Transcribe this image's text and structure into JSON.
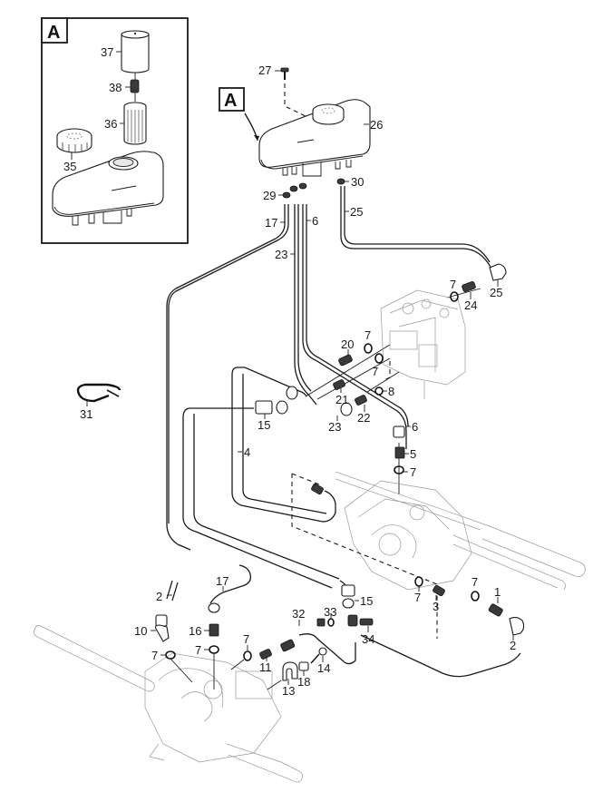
{
  "figure": {
    "title": "Hydraulic reservoir and hose routing — exploded parts view",
    "detail_label": "A",
    "detail_reference_label": "A",
    "callouts": [
      {
        "id": "c37",
        "text": "37"
      },
      {
        "id": "c38",
        "text": "38"
      },
      {
        "id": "c36",
        "text": "36"
      },
      {
        "id": "c35",
        "text": "35"
      },
      {
        "id": "c27",
        "text": "27"
      },
      {
        "id": "c26",
        "text": "26"
      },
      {
        "id": "c29",
        "text": "29"
      },
      {
        "id": "c30",
        "text": "30"
      },
      {
        "id": "c17a",
        "text": "17"
      },
      {
        "id": "c6a",
        "text": "6"
      },
      {
        "id": "c25a",
        "text": "25"
      },
      {
        "id": "c23a",
        "text": "23"
      },
      {
        "id": "c7a",
        "text": "7"
      },
      {
        "id": "c24",
        "text": "24"
      },
      {
        "id": "c25b",
        "text": "25"
      },
      {
        "id": "c7b",
        "text": "7"
      },
      {
        "id": "c20",
        "text": "20"
      },
      {
        "id": "c7c",
        "text": "7"
      },
      {
        "id": "c21",
        "text": "21"
      },
      {
        "id": "c8",
        "text": "8"
      },
      {
        "id": "c31",
        "text": "31"
      },
      {
        "id": "c15a",
        "text": "15"
      },
      {
        "id": "c23b",
        "text": "23"
      },
      {
        "id": "c22",
        "text": "22"
      },
      {
        "id": "c6b",
        "text": "6"
      },
      {
        "id": "c4",
        "text": "4"
      },
      {
        "id": "c5",
        "text": "5"
      },
      {
        "id": "c7d",
        "text": "7"
      },
      {
        "id": "c7e",
        "text": "7"
      },
      {
        "id": "c3",
        "text": "3"
      },
      {
        "id": "c7f",
        "text": "7"
      },
      {
        "id": "c1",
        "text": "1"
      },
      {
        "id": "c2a",
        "text": "2"
      },
      {
        "id": "c17b",
        "text": "17"
      },
      {
        "id": "c15b",
        "text": "15"
      },
      {
        "id": "c32",
        "text": "32"
      },
      {
        "id": "c33",
        "text": "33"
      },
      {
        "id": "c34",
        "text": "34"
      },
      {
        "id": "c10",
        "text": "10"
      },
      {
        "id": "c16",
        "text": "16"
      },
      {
        "id": "c7g",
        "text": "7"
      },
      {
        "id": "c7h",
        "text": "7"
      },
      {
        "id": "c7i",
        "text": "7"
      },
      {
        "id": "c11",
        "text": "11"
      },
      {
        "id": "c14",
        "text": "14"
      },
      {
        "id": "c18",
        "text": "18"
      },
      {
        "id": "c13",
        "text": "13"
      },
      {
        "id": "c2b",
        "text": "2"
      }
    ]
  }
}
